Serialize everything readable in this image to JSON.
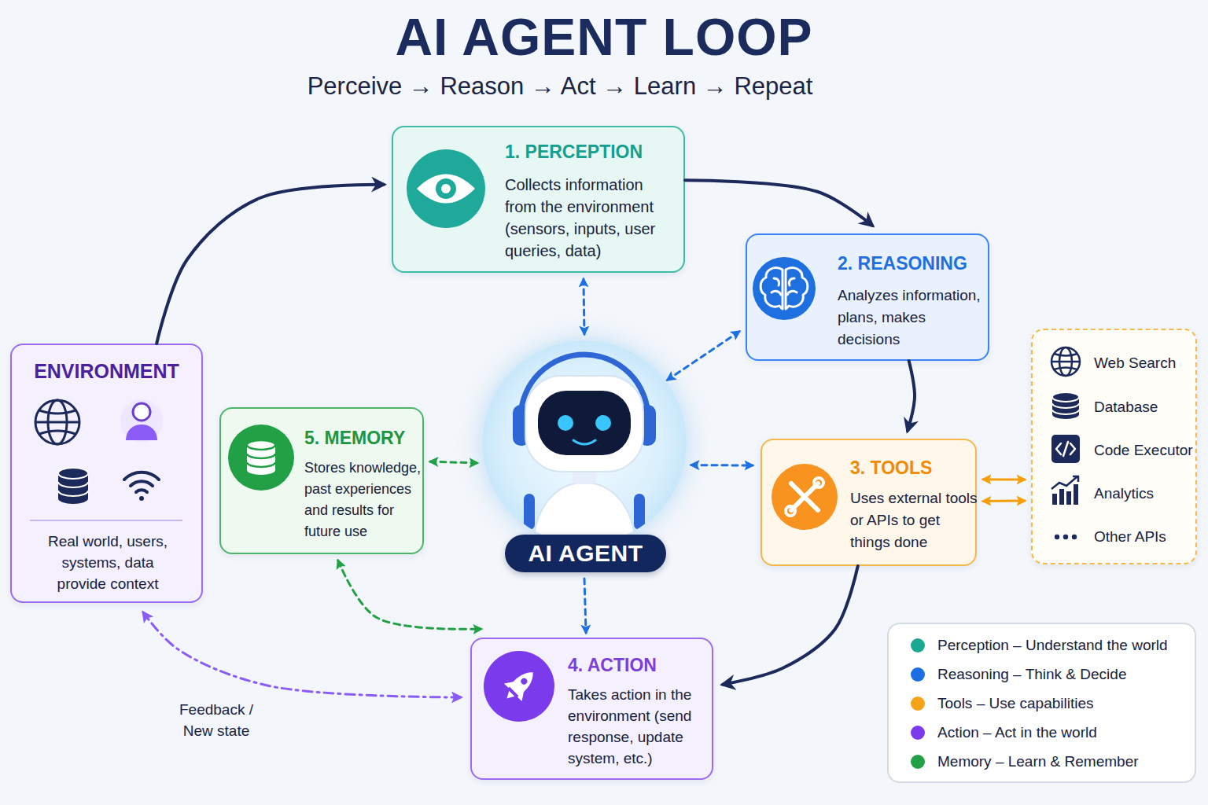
{
  "diagram": {
    "title": "AI AGENT LOOP",
    "nodes": [
      {
        "text": [
          "1. PERCEPTION",
          "Collects information from the environment (sensors, inputs, user queries, data)"
        ]
      },
      {
        "text": [
          "2. REASONING",
          "Analyzes information, plans, makes decisions"
        ]
      },
      {
        "text": [
          "ENVIRONMENT",
          "Real world, users, systems, data provide context"
        ]
      },
      {
        "text": [
          "5. MEMORY",
          "Stores knowledge, past experiences and results for future use"
        ]
      },
      {
        "text": [
          "AI AGENT"
        ]
      },
      {
        "text": [
          "3. TOOLS",
          "Uses external tools or APIs to get things done"
        ]
      },
      {
        "text": [
          "Web Search",
          "Database",
          "Code Executor",
          "Analytics",
          "Other APIs"
        ]
      },
      {
        "text": [
          "4. ACTION",
          "Takes action in the environment (send response, update system, etc.)"
        ]
      }
    ],
    "edges": [
      {
        "from": 2,
        "to": 0,
        "arrow": "to"
      },
      {
        "from": 0,
        "to": 1,
        "arrow": "to"
      },
      {
        "from": 1,
        "to": 5,
        "arrow": "to"
      },
      {
        "from": 5,
        "to": 7,
        "arrow": "to"
      },
      {
        "from": 0,
        "to": 4,
        "arrow": "both"
      },
      {
        "from": 1,
        "to": 4,
        "arrow": "both"
      },
      {
        "from": 3,
        "to": 4,
        "arrow": "both"
      },
      {
        "from": 4,
        "to": 5,
        "arrow": "both"
      },
      {
        "from": 4,
        "to": 7,
        "arrow": "to"
      },
      {
        "from": 3,
        "to": 7,
        "arrow": "both"
      },
      {
        "from": 5,
        "to": 6,
        "arrow": "both"
      },
      {
        "from": 5,
        "to": 6,
        "arrow": "both"
      },
      {
        "from": 7,
        "to": 2,
        "label": "Feedback / New state",
        "arrow": "both"
      }
    ],
    "labels": [
      "Perceive → Reason → Act → Learn → Repeat"
    ],
    "legend": [
      {
        "text": "Perception – Understand the world",
        "color": "#1aa893"
      },
      {
        "text": "Reasoning – Think & Decide",
        "color": "#1a6fe3"
      },
      {
        "text": "Tools – Use capabilities",
        "color": "#f7a21b"
      },
      {
        "text": "Action – Act in the world",
        "color": "#7c3aed"
      },
      {
        "text": "Memory – Learn & Remember",
        "color": "#22a045"
      }
    ]
  }
}
